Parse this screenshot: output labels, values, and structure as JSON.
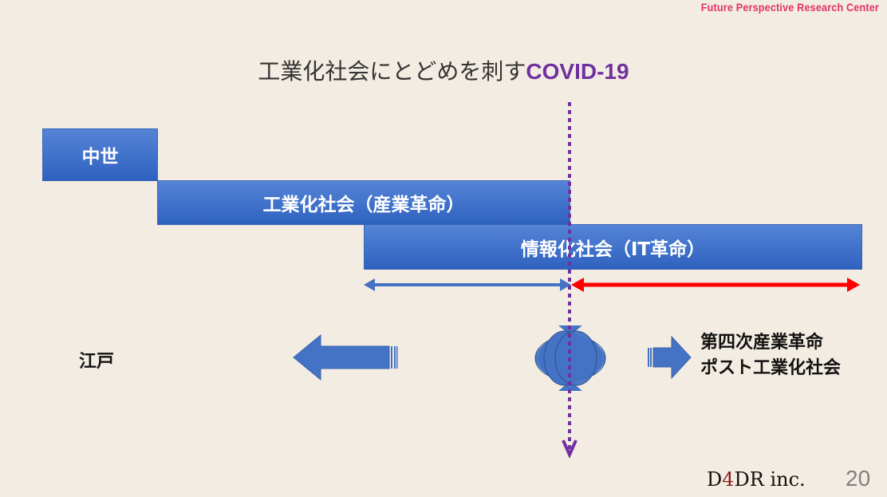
{
  "header": {
    "organization": "Future Perspective Research Center"
  },
  "title": {
    "main": "工業化社会にとどめを刺す",
    "accent": "COVID-19"
  },
  "eras": [
    {
      "label": "中世"
    },
    {
      "label": "工業化社会（産業革命）"
    },
    {
      "label": "情報化社会（IT革命）"
    }
  ],
  "left_label": "江戸",
  "right_labels": [
    "第四次産業革命",
    "ポスト工業化社会"
  ],
  "footer": {
    "logo": "D4DR inc.",
    "logo_parts": [
      "D",
      "4",
      "DR inc."
    ],
    "page_number": "20"
  },
  "colors": {
    "accent": "#7030a0",
    "bar": "#4472c4",
    "future_arrow": "#ff0000",
    "org": "#e0306a"
  }
}
